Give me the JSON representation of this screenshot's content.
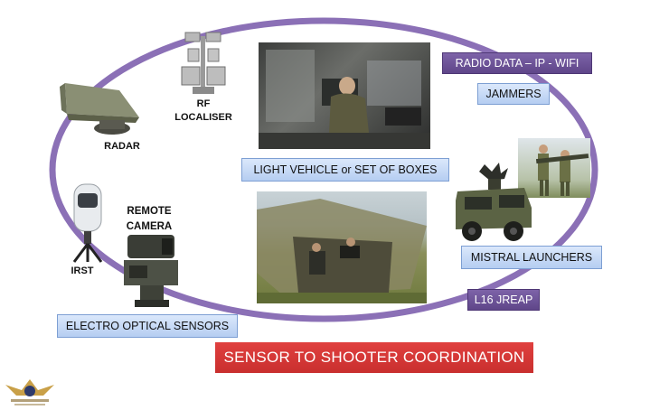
{
  "labels": {
    "rf_line1": "RF",
    "rf_line2": "LOCALISER",
    "radar": "RADAR",
    "remote_line1": "REMOTE",
    "remote_line2": "CAMERA",
    "irst": "IRST"
  },
  "boxes": {
    "radio": "RADIO DATA – IP - WIFI",
    "jammers": "JAMMERS",
    "light_vehicle": "LIGHT VEHICLE or SET OF BOXES",
    "mistral": "MISTRAL LAUNCHERS",
    "l16": "L16 JREAP",
    "electro_optical": "ELECTRO OPTICAL SENSORS",
    "coordination": "SENSOR TO SHOOTER COORDINATION"
  },
  "colors": {
    "ellipse": "#8b70b6",
    "blue_box": "#c5d9f5",
    "purple_box": "#6a4f96",
    "red_box": "#d63a39"
  }
}
